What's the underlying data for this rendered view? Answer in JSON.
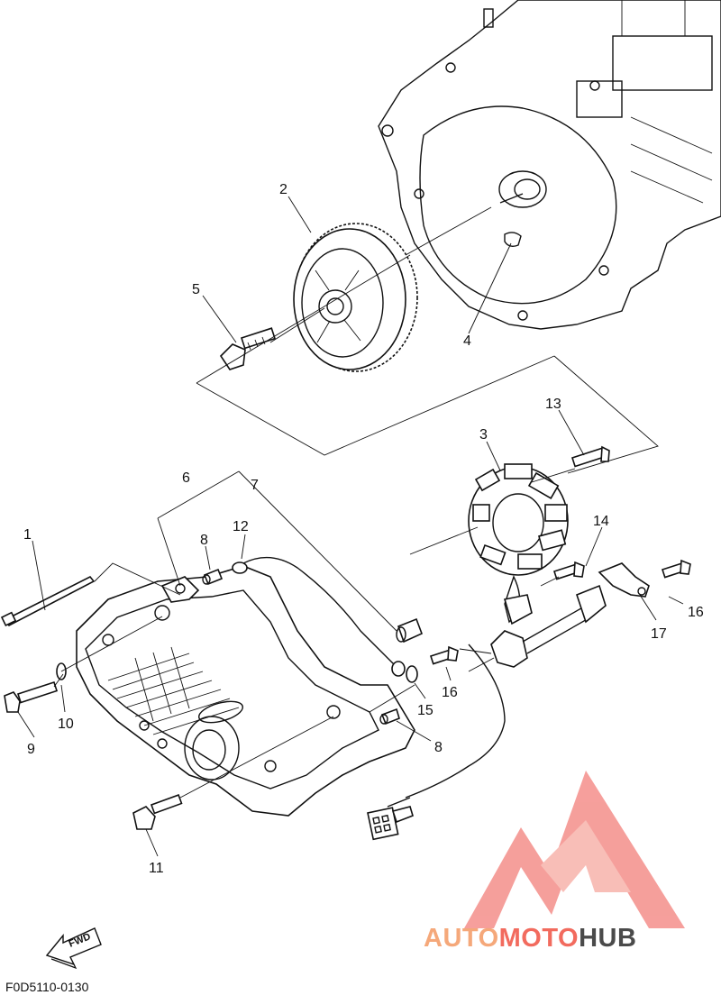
{
  "diagram": {
    "labels": [
      {
        "id": "1",
        "text": "1"
      },
      {
        "id": "2",
        "text": "2"
      },
      {
        "id": "3",
        "text": "3"
      },
      {
        "id": "4",
        "text": "4"
      },
      {
        "id": "5",
        "text": "5"
      },
      {
        "id": "6",
        "text": "6"
      },
      {
        "id": "7",
        "text": "7"
      },
      {
        "id": "8a",
        "text": "8"
      },
      {
        "id": "8b",
        "text": "8"
      },
      {
        "id": "9",
        "text": "9"
      },
      {
        "id": "10",
        "text": "10"
      },
      {
        "id": "11",
        "text": "11"
      },
      {
        "id": "12",
        "text": "12"
      },
      {
        "id": "13",
        "text": "13"
      },
      {
        "id": "14",
        "text": "14"
      },
      {
        "id": "15",
        "text": "15"
      },
      {
        "id": "16a",
        "text": "16"
      },
      {
        "id": "16b",
        "text": "16"
      },
      {
        "id": "17",
        "text": "17"
      }
    ],
    "fwd_text": "FWD",
    "figure_code": "F0D5110-0130"
  },
  "watermark": {
    "part1": "AUTO",
    "part2": "MOTO",
    "part3": "HUB",
    "color_light": "#f5a87a",
    "color_mid": "#f26b5e",
    "color_dark": "#4a4a4a"
  }
}
